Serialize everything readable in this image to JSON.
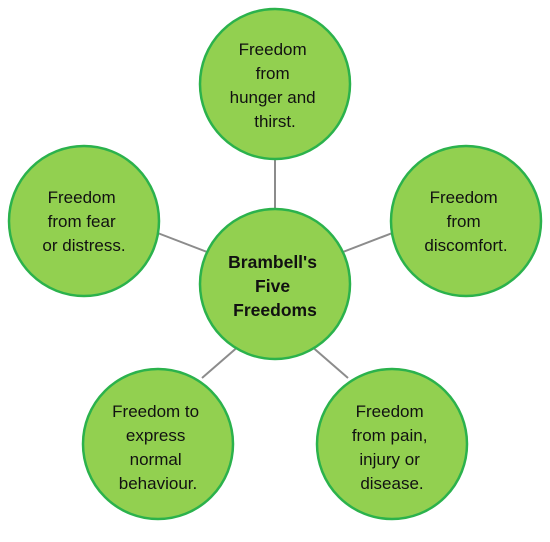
{
  "diagram": {
    "fill_color": "#92d050",
    "stroke_color": "#2bb24c",
    "connector_color": "#8c8c8c",
    "center": {
      "lines": [
        "Brambell's",
        "Five",
        "Freedoms"
      ]
    },
    "nodes": [
      {
        "id": "hunger-thirst",
        "lines": [
          "Freedom",
          "from",
          "hunger and",
          "thirst."
        ]
      },
      {
        "id": "discomfort",
        "lines": [
          "Freedom",
          "from",
          "discomfort."
        ]
      },
      {
        "id": "pain-injury-disease",
        "lines": [
          "Freedom",
          "from pain,",
          "injury or",
          "disease."
        ]
      },
      {
        "id": "normal-behaviour",
        "lines": [
          "Freedom to",
          "express",
          "normal",
          "behaviour."
        ]
      },
      {
        "id": "fear-distress",
        "lines": [
          "Freedom",
          "from fear",
          "or distress."
        ]
      }
    ]
  }
}
